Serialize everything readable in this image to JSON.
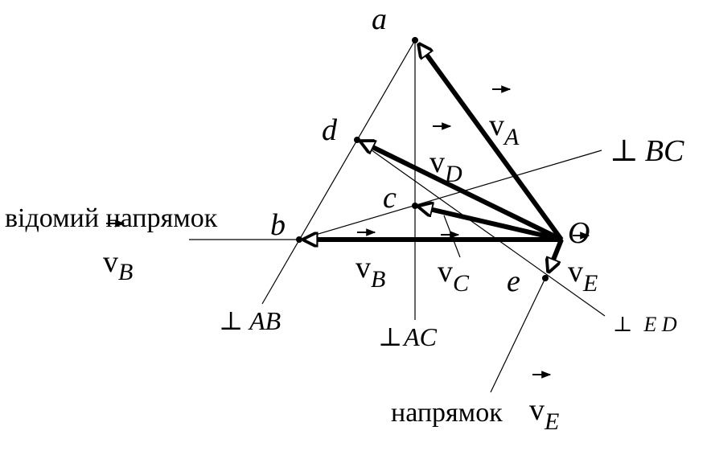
{
  "points": {
    "a": "a",
    "b": "b",
    "c": "c",
    "d": "d",
    "e": "e",
    "O": "O"
  },
  "vectors": {
    "vA": {
      "symbol": "v",
      "sub": "A"
    },
    "vB": {
      "symbol": "v",
      "sub": "B"
    },
    "vC": {
      "symbol": "v",
      "sub": "C"
    },
    "vD": {
      "symbol": "v",
      "sub": "D"
    },
    "vE": {
      "symbol": "v",
      "sub": "E"
    }
  },
  "perpendiculars": {
    "BC": {
      "sign": "⊥",
      "text": "BC"
    },
    "AB": {
      "sign": "⊥",
      "text": "AB"
    },
    "AC": {
      "sign": "⊥",
      "text": "AC"
    },
    "ED": {
      "sign": "⊥",
      "text": "E D"
    }
  },
  "captions": {
    "known_direction": "відомий напрямок",
    "known_vec": {
      "symbol": "v",
      "sub": "B"
    },
    "direction": "напрямок",
    "direction_vec": {
      "symbol": "v",
      "sub": "E"
    }
  }
}
